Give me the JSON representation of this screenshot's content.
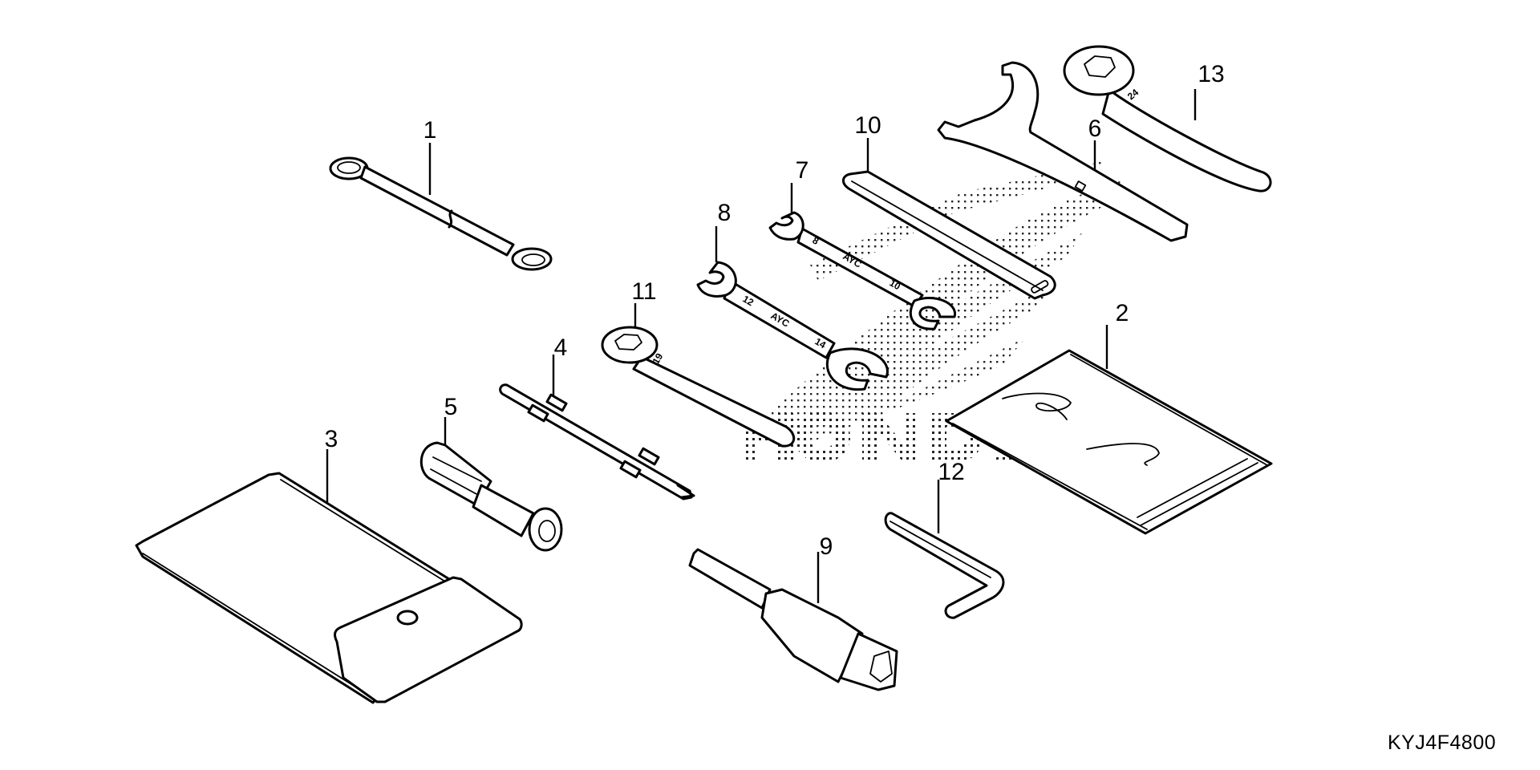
{
  "diagram": {
    "title": "Honda tool kit parts diagram",
    "reference_code": "KYJ4F4800",
    "watermark_text": "HONDA",
    "colors": {
      "line": "#000000",
      "background": "#ffffff",
      "halftone": "#000000"
    }
  },
  "parts": [
    {
      "callout": "1",
      "name": "helmet-holder-cable"
    },
    {
      "callout": "2",
      "name": "tool-kit-manual-bag"
    },
    {
      "callout": "3",
      "name": "tool-bag"
    },
    {
      "callout": "4",
      "name": "screwdriver-bit"
    },
    {
      "callout": "5",
      "name": "screwdriver-handle"
    },
    {
      "callout": "6",
      "name": "pin-spanner"
    },
    {
      "callout": "7",
      "name": "open-end-wrench-8x10",
      "stamps": [
        "8",
        "AYC",
        "10"
      ]
    },
    {
      "callout": "8",
      "name": "open-end-wrench-12x14",
      "stamps": [
        "12",
        "AYC",
        "14"
      ]
    },
    {
      "callout": "9",
      "name": "spark-plug-socket-wrench"
    },
    {
      "callout": "10",
      "name": "extension-bar"
    },
    {
      "callout": "11",
      "name": "box-wrench-19",
      "stamps": [
        "19"
      ]
    },
    {
      "callout": "12",
      "name": "hex-key"
    },
    {
      "callout": "13",
      "name": "box-wrench-24",
      "stamps": [
        "24"
      ]
    }
  ]
}
